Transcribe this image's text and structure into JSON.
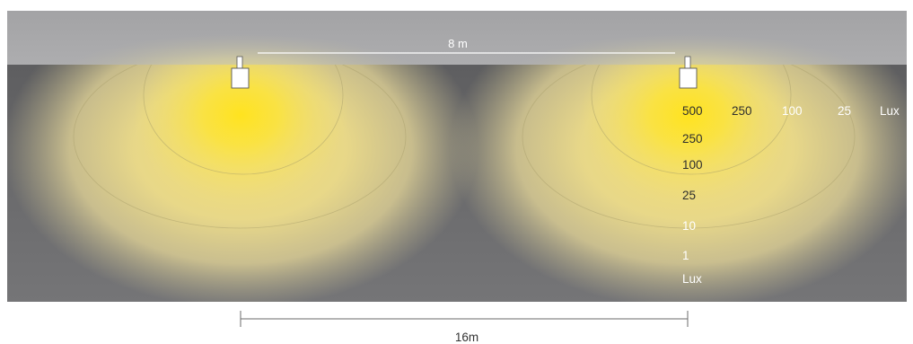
{
  "diagram": {
    "top_distance_label": "8 m",
    "bottom_distance_label": "16m",
    "vertical_scale": [
      "500",
      "250",
      "100",
      "25",
      "10",
      "1",
      "Lux"
    ],
    "horizontal_scale": [
      "250",
      "100",
      "25",
      "Lux"
    ],
    "luminaires": [
      {
        "name": "luminaire-left"
      },
      {
        "name": "luminaire-right"
      }
    ],
    "colors": {
      "ceiling": "#a6a6a8",
      "wall": "#6c6c6e",
      "light": "#ffe43a",
      "light_edge": "#e6d886",
      "label": "#ffffff",
      "dimension_line": "#6b6b6b",
      "dimension_text": "#333333"
    }
  }
}
